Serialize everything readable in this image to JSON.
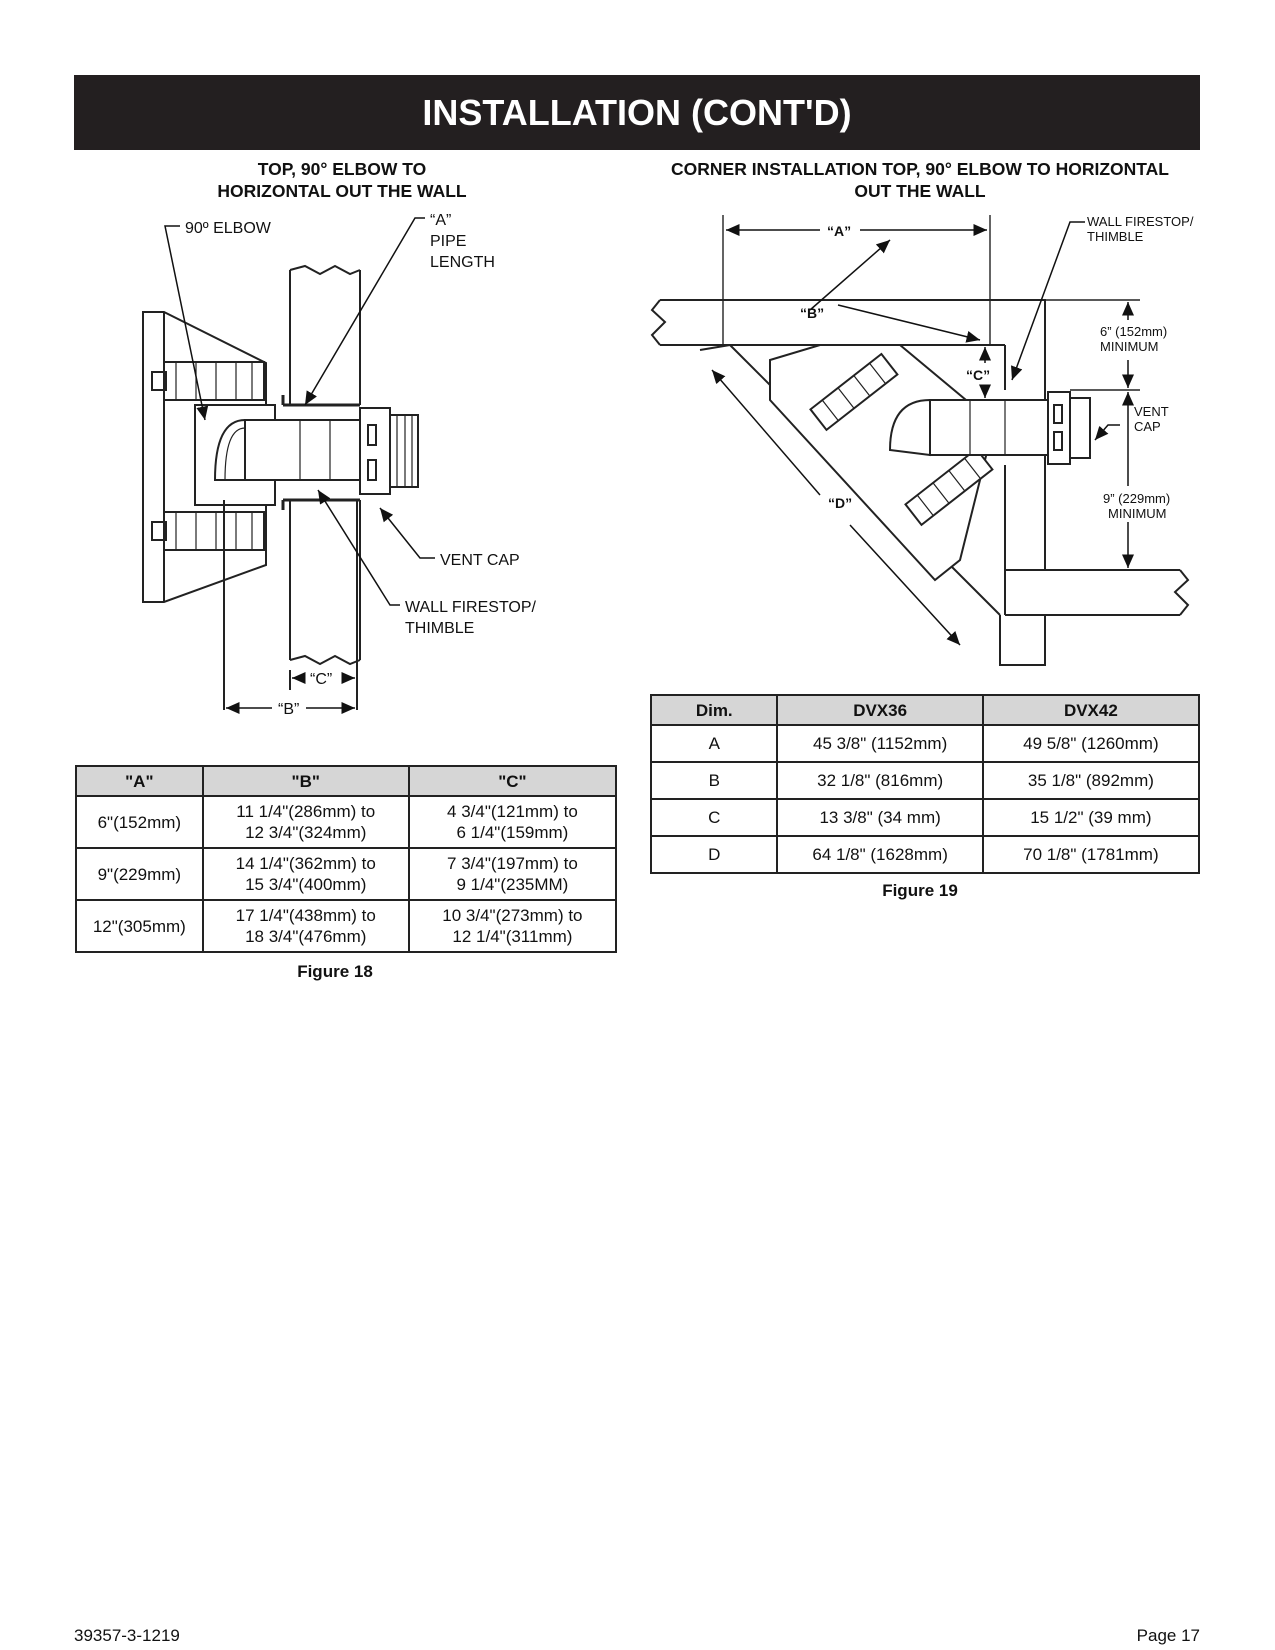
{
  "header": {
    "title": "INSTALLATION (CONT'D)"
  },
  "figure18": {
    "title_line1": "TOP, 90° ELBOW TO",
    "title_line2": "HORIZONTAL OUT THE WALL",
    "labels": {
      "elbow": "90º ELBOW",
      "a_line1": "“A”",
      "a_line2": "PIPE",
      "a_line3": "LENGTH",
      "vent_cap": "VENT CAP",
      "firestop_line1": "WALL FIRESTOP/",
      "firestop_line2": "THIMBLE",
      "dim_c": "“C”",
      "dim_b": "“B”"
    },
    "table": {
      "headers": [
        "\"A\"",
        "\"B\"",
        "\"C\""
      ],
      "rows": [
        {
          "a": "6\"(152mm)",
          "b1": "11 1/4\"(286mm) to",
          "b2": "12 3/4\"(324mm)",
          "c1": "4 3/4\"(121mm) to",
          "c2": "6 1/4\"(159mm)"
        },
        {
          "a": "9\"(229mm)",
          "b1": "14 1/4\"(362mm) to",
          "b2": "15 3/4\"(400mm)",
          "c1": "7 3/4\"(197mm) to",
          "c2": "9 1/4\"(235MM)"
        },
        {
          "a": "12\"(305mm)",
          "b1": "17 1/4\"(438mm) to",
          "b2": "18 3/4\"(476mm)",
          "c1": "10 3/4\"(273mm) to",
          "c2": "12 1/4\"(311mm)"
        }
      ]
    },
    "caption": "Figure 18"
  },
  "figure19": {
    "title_line1": "CORNER INSTALLATION TOP, 90° ELBOW TO HORIZONTAL",
    "title_line2": "OUT THE WALL",
    "labels": {
      "dim_a": "“A”",
      "dim_b": "“B”",
      "dim_c": "“C”",
      "dim_d": "“D”",
      "firestop_line1": "WALL FIRESTOP/",
      "firestop_line2": "THIMBLE",
      "min6_line1": "6” (152mm)",
      "min6_line2": "MINIMUM",
      "vent_line1": "VENT",
      "vent_line2": "CAP",
      "min9_line1": "9” (229mm)",
      "min9_line2": "MINIMUM"
    },
    "table": {
      "headers": [
        "Dim.",
        "DVX36",
        "DVX42"
      ],
      "rows": [
        [
          "A",
          "45 3/8\" (1152mm)",
          "49 5/8\" (1260mm)"
        ],
        [
          "B",
          "32 1/8\" (816mm)",
          "35 1/8\" (892mm)"
        ],
        [
          "C",
          "13 3/8\" (34 mm)",
          "15 1/2\" (39 mm)"
        ],
        [
          "D",
          "64 1/8\" (1628mm)",
          "70 1/8\" (1781mm)"
        ]
      ]
    },
    "caption": "Figure 19"
  },
  "footer": {
    "doc_number": "39357-3-1219",
    "page": "Page 17"
  }
}
